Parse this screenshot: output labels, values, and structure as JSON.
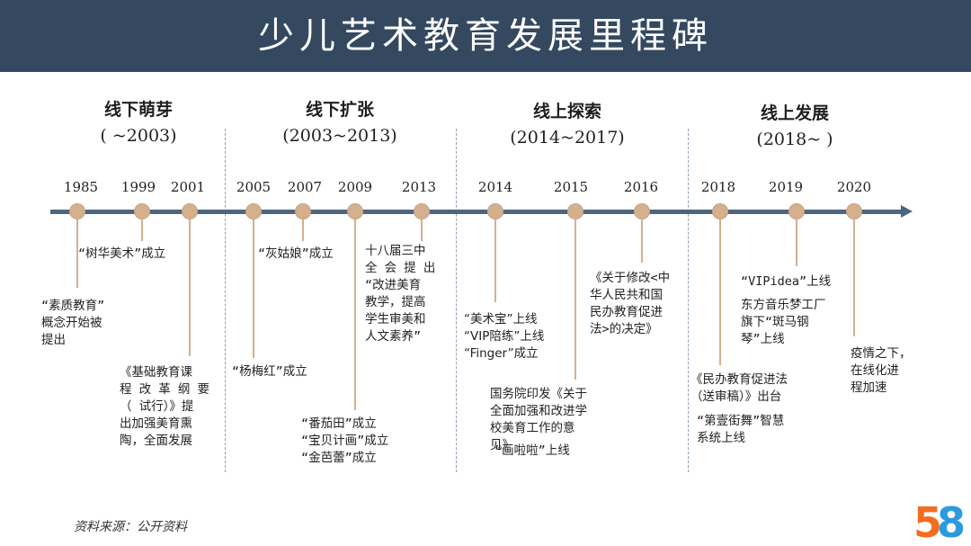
{
  "title": "少儿艺术教育发展里程碑",
  "phases": [
    {
      "name": "线下萌芽",
      "range": "( ~2003)"
    },
    {
      "name": "线下扩张",
      "range": "(2003~2013)"
    },
    {
      "name": "线上探索",
      "range": "(2014~2017)"
    },
    {
      "name": "线上发展",
      "range": "(2018~ )"
    }
  ],
  "years": [
    "1985",
    "1999",
    "2001",
    "2005",
    "2007",
    "2009",
    "2013",
    "2014",
    "2015",
    "2016",
    "2018",
    "2019",
    "2020"
  ],
  "events": {
    "e1985": [
      "“素质教育”",
      "概念开始被",
      "提出"
    ],
    "e1999": [
      "“树华美术”成立"
    ],
    "e2001": [
      "《基础教育课",
      "程 改 革 纲 要",
      "（ 试行）》提",
      "出加强美育熏",
      "陶，全面发展"
    ],
    "e2005": [
      "“杨梅红”成立"
    ],
    "e2007": [
      "“灰姑娘”成立"
    ],
    "e2009": [
      "“番茄田”成立",
      "“宝贝计画”成立",
      "“金芭蕾”成立"
    ],
    "e2013": [
      "十八届三中",
      "全 会 提 出",
      "“改进美育",
      "教学，提高",
      "学生审美和",
      "人文素养”"
    ],
    "e2014": [
      "“美术宝”上线",
      "“VIP陪练”上线",
      "“Finger”成立"
    ],
    "e2015": [
      "国务院印发《关于",
      "全面加强和改进学",
      "校美育工作的意",
      "见》"
    ],
    "e2015b": [
      "“画啦啦”上线"
    ],
    "e2016": [
      "《关于修改<中",
      "华人民共和国",
      "民办教育促进",
      "法>的决定》"
    ],
    "e2018": [
      "《民办教育促进法",
      "（送审稿）》出台"
    ],
    "e2018b": [
      "“第壹街舞”智慧",
      "系统上线"
    ],
    "e2019": [
      "“VIPidea”上线",
      "东方音乐梦工厂",
      "旗下“斑马钢",
      "琴”上线"
    ],
    "e2020": [
      "疫情之下，",
      "在线化进",
      "程加速"
    ]
  },
  "source": "资料来源：公开资料",
  "logo_text": "58",
  "colors": {
    "header": "#34485f",
    "axis": "#4d6680",
    "dot": "#d4b08f"
  }
}
